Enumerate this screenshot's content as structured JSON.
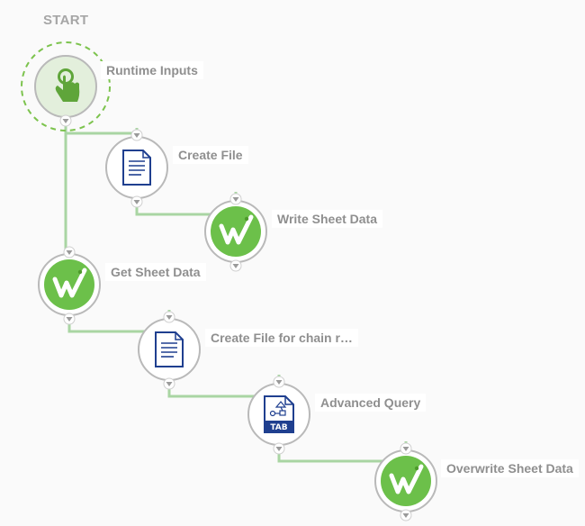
{
  "start_label": "START",
  "nodes": [
    {
      "id": "runtime-inputs",
      "label": "Runtime Inputs",
      "icon": "touch-hand-icon"
    },
    {
      "id": "create-file",
      "label": "Create File",
      "icon": "document-icon"
    },
    {
      "id": "write-sheet-data",
      "label": "Write Sheet Data",
      "icon": "workiva-w-icon"
    },
    {
      "id": "get-sheet-data",
      "label": "Get Sheet Data",
      "icon": "workiva-w-icon"
    },
    {
      "id": "create-file-chain",
      "label": "Create File for chain r…",
      "icon": "document-icon"
    },
    {
      "id": "advanced-query",
      "label": "Advanced Query",
      "icon": "tab-query-file-icon",
      "icon_text": "TAB"
    },
    {
      "id": "overwrite-sheet-data",
      "label": "Overwrite Sheet Data",
      "icon": "workiva-w-icon"
    }
  ],
  "edges": [
    [
      "runtime-inputs",
      "create-file"
    ],
    [
      "create-file",
      "write-sheet-data"
    ],
    [
      "runtime-inputs",
      "get-sheet-data"
    ],
    [
      "get-sheet-data",
      "create-file-chain"
    ],
    [
      "create-file-chain",
      "advanced-query"
    ],
    [
      "advanced-query",
      "overwrite-sheet-data"
    ]
  ],
  "colors": {
    "connector": "#a9d5a3",
    "node_ring": "#b9b9b9",
    "workiva_green": "#6cc04a",
    "workiva_green_dark": "#4e9a2c",
    "document_blue": "#1f3f8f",
    "start_dash": "#7cc34d",
    "label_text": "#8f8f8f"
  }
}
